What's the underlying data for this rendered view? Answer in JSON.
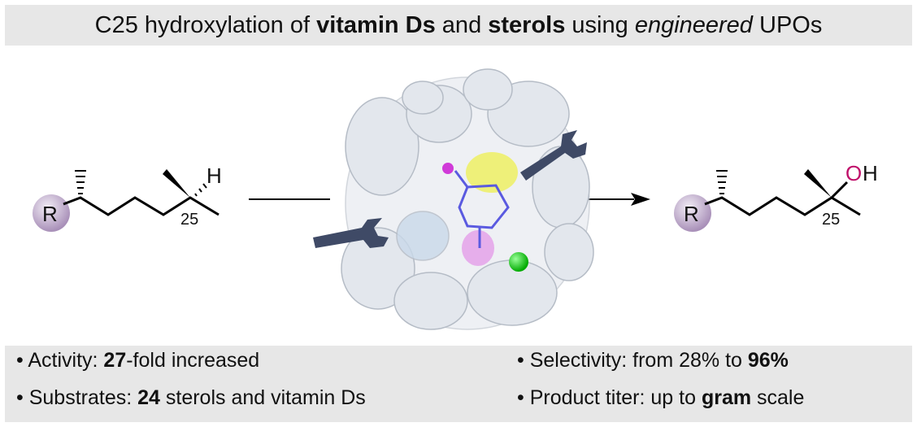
{
  "title": {
    "p1": "C25 hydroxylation of ",
    "b1": "vitamin Ds",
    "p2": " and ",
    "b2": "sterols",
    "p3": " using ",
    "i1": "engineered",
    "p4": " UPOs"
  },
  "substrate": {
    "r_label": "R",
    "h_label": "H",
    "position_label": "25"
  },
  "product": {
    "r_label": "R",
    "o_label": "O",
    "h_label": "H",
    "position_label": "25"
  },
  "bullets": [
    {
      "bullet": "•",
      "pre": "Activity: ",
      "bold": "27",
      "post": "-fold increased"
    },
    {
      "bullet": "•",
      "pre": "Substrates: ",
      "bold": "24",
      "post": " sterols and vitamin Ds"
    },
    {
      "bullet": "•",
      "pre": "Selectivity: from 28% to ",
      "bold": "96%",
      "post": ""
    },
    {
      "bullet": "•",
      "pre": "Product titer: up to ",
      "bold": "gram",
      "post": " scale"
    }
  ],
  "colors": {
    "r_circle": "#b9a3c6",
    "oxygen": "#c0106a",
    "wrench": "#3f4a66",
    "protein": "#dfe4ea",
    "heme": "#5a5ae0",
    "yellow": "#e8ea3a",
    "chloride": "#22cc22"
  }
}
